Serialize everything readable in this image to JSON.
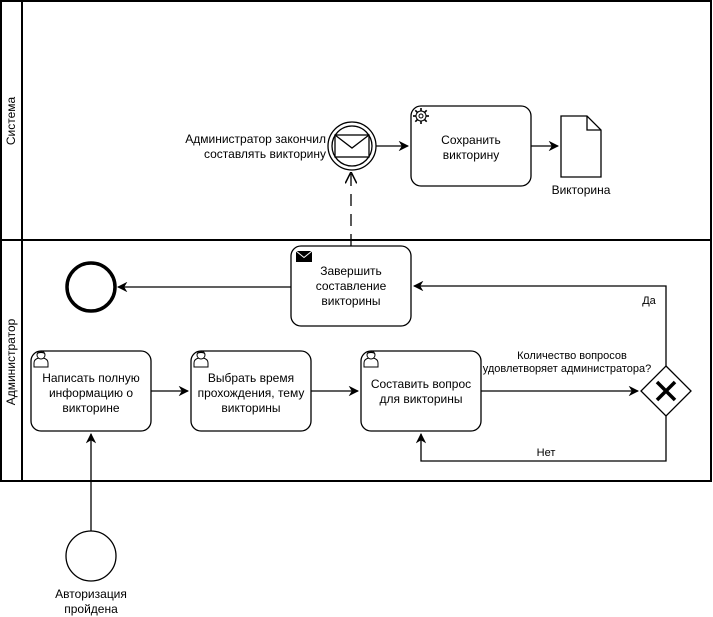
{
  "lanes": [
    {
      "id": "system",
      "label": "Система"
    },
    {
      "id": "admin",
      "label": "Администратор"
    }
  ],
  "events": {
    "message_catch": {
      "label_lines": [
        "Администратор закончил",
        "составлять викторину"
      ],
      "icon": "envelope-icon"
    },
    "end": {
      "label_lines": []
    },
    "start": {
      "label_lines": [
        "Авторизация",
        "пройдена"
      ]
    }
  },
  "tasks": {
    "save_quiz": {
      "lines": [
        "Сохранить",
        "викторину"
      ],
      "type": "service",
      "icon": "gear-icon"
    },
    "finish_quiz": {
      "lines": [
        "Завершить",
        "составление",
        "викторины"
      ],
      "type": "send",
      "icon": "envelope-filled-icon"
    },
    "write_info": {
      "lines": [
        "Написать полную",
        "информацию о",
        "викторине"
      ],
      "type": "user",
      "icon": "user-icon"
    },
    "choose_time": {
      "lines": [
        "Выбрать время",
        "прохождения, тему",
        "викторины"
      ],
      "type": "user",
      "icon": "user-icon"
    },
    "compose_question": {
      "lines": [
        "Составить вопрос",
        "для викторины"
      ],
      "type": "user",
      "icon": "user-icon"
    }
  },
  "data_object": {
    "label": "Викторина",
    "icon": "document-icon"
  },
  "gateway": {
    "label_lines": [
      "Количество вопросов",
      "удовлетворяет администратора?"
    ],
    "type": "exclusive",
    "icon": "x-icon"
  },
  "flow_labels": {
    "yes": "Да",
    "no": "Нет"
  },
  "colors": {
    "stroke": "#000000",
    "fill": "#ffffff"
  }
}
